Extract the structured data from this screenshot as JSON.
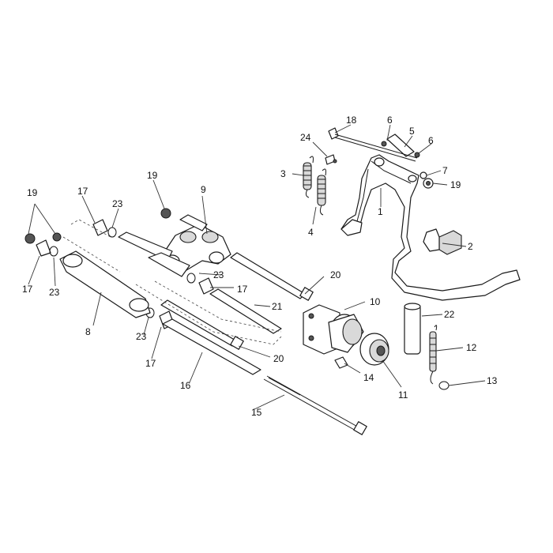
{
  "callouts": [
    {
      "id": "c1",
      "text": "1"
    },
    {
      "id": "c2",
      "text": "2"
    },
    {
      "id": "c3",
      "text": "3"
    },
    {
      "id": "c4",
      "text": "4"
    },
    {
      "id": "c5",
      "text": "5"
    },
    {
      "id": "c6a",
      "text": "6"
    },
    {
      "id": "c6b",
      "text": "6"
    },
    {
      "id": "c7",
      "text": "7"
    },
    {
      "id": "c8",
      "text": "8"
    },
    {
      "id": "c9",
      "text": "9"
    },
    {
      "id": "c10",
      "text": "10"
    },
    {
      "id": "c11",
      "text": "11"
    },
    {
      "id": "c12",
      "text": "12"
    },
    {
      "id": "c13",
      "text": "13"
    },
    {
      "id": "c14",
      "text": "14"
    },
    {
      "id": "c15",
      "text": "15"
    },
    {
      "id": "c16",
      "text": "16"
    },
    {
      "id": "c17a",
      "text": "17"
    },
    {
      "id": "c17b",
      "text": "17"
    },
    {
      "id": "c17c",
      "text": "17"
    },
    {
      "id": "c17d",
      "text": "17"
    },
    {
      "id": "c18",
      "text": "18"
    },
    {
      "id": "c19a",
      "text": "19"
    },
    {
      "id": "c19b",
      "text": "19"
    },
    {
      "id": "c19c",
      "text": "19"
    },
    {
      "id": "c20a",
      "text": "20"
    },
    {
      "id": "c20b",
      "text": "20"
    },
    {
      "id": "c21",
      "text": "21"
    },
    {
      "id": "c22",
      "text": "22"
    },
    {
      "id": "c23a",
      "text": "23"
    },
    {
      "id": "c23b",
      "text": "23"
    },
    {
      "id": "c23c",
      "text": "23"
    },
    {
      "id": "c23d",
      "text": "23"
    },
    {
      "id": "c24",
      "text": "24"
    }
  ]
}
